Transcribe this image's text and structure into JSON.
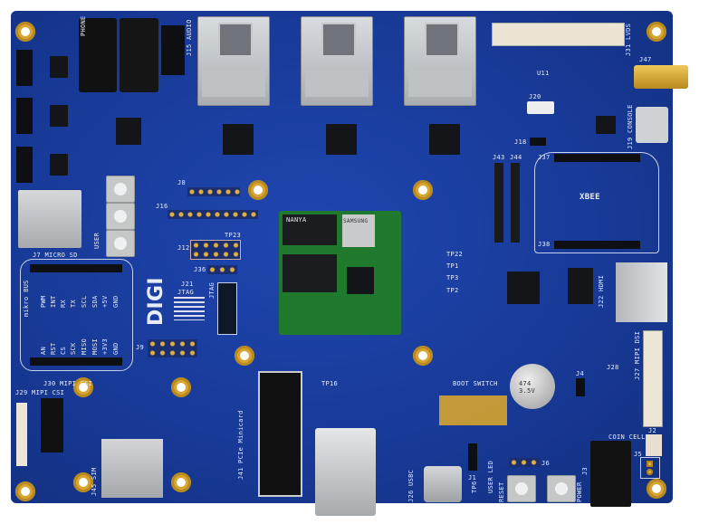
{
  "board": {
    "brand_logo": "DIGI",
    "colors": {
      "pcb": "#183a98",
      "som": "#1f7a2e",
      "gold": "#d8a531"
    },
    "labels": {
      "j7": "J7 MICRO SD",
      "mikro": "mikro BUS",
      "mikro_top": [
        "PWM",
        "INT",
        "RX",
        "TX",
        "SCL",
        "SDA",
        "+5V",
        "GND"
      ],
      "mikro_bottom": [
        "AN",
        "RST",
        "CS",
        "SCK",
        "MISO",
        "MOSI",
        "+3V3",
        "GND"
      ],
      "j12": "J12",
      "j36": "J36",
      "j21": "J21",
      "jtag": "JTAG",
      "jtag2": "JTAG",
      "j9": "J9",
      "j8": "J8",
      "j16": "J16",
      "tp23": "TP23",
      "xbee": "XBEE",
      "j37": "J37",
      "j38": "J38",
      "j43": "J43",
      "j44": "J44",
      "j31": "J31 LVDS",
      "j47": "J47",
      "j20": "J20",
      "j18": "J18",
      "j19": "J19 CONSOLE",
      "u11": "U11",
      "j22": "J22 HDMI",
      "j27": "J27 MIPI DSI",
      "j28": "J28",
      "j4": "J4",
      "boot": "BOOT SWITCH",
      "coin": "COIN CELL",
      "j2": "J2",
      "j5": "J5",
      "j3": "J3",
      "j6": "J6",
      "j1": "J1",
      "tp6": "TP6",
      "user_led": "USER LED",
      "reset": "RESET",
      "power": "POWER",
      "j26": "J26 USBC",
      "j41": "J41 PCIe Minicard",
      "j45": "J45 SIM",
      "j29": "J29 MIPI CSI",
      "j30": "J30 MIPI CSI",
      "tp16": "TP16",
      "tps": [
        "TP22",
        "TP1",
        "TP3",
        "TP2"
      ],
      "j15": "J15 AUDIO",
      "phone": "PHONE",
      "user": "USER",
      "som_brand": "NANYA",
      "som_chip": "SAMSUNG",
      "cap": "474 3.5V"
    }
  }
}
